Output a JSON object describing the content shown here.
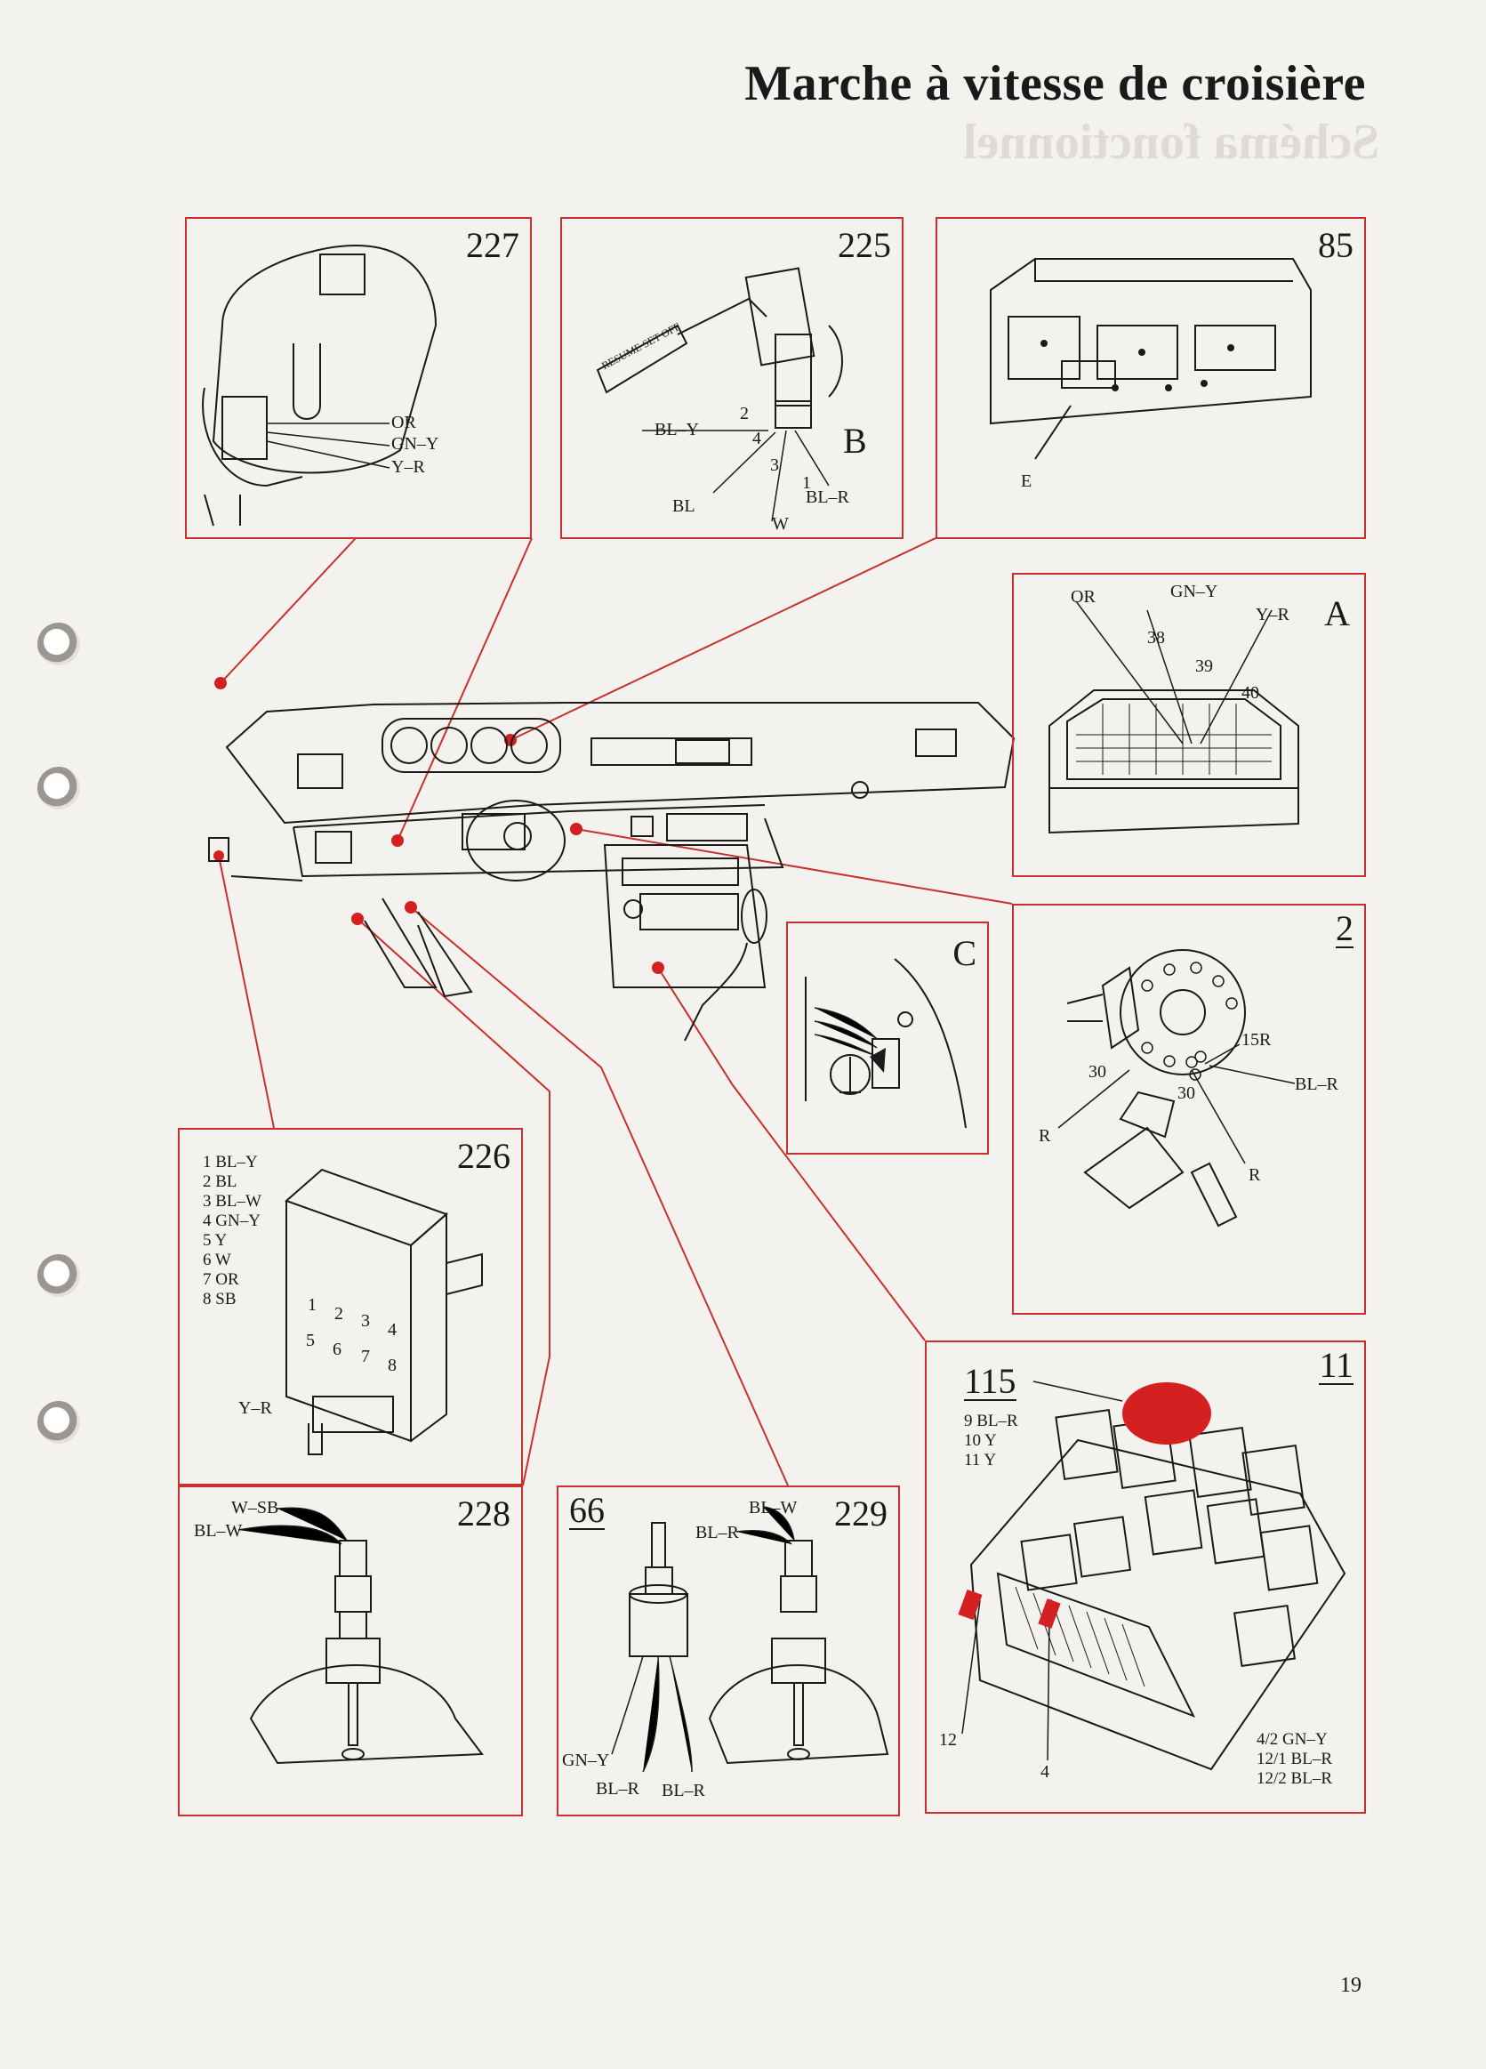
{
  "page": {
    "title": "Marche à vitesse de croisière",
    "page_number": "19"
  },
  "panels": {
    "p227": {
      "number": "227",
      "wires": [
        "OR",
        "GN–Y",
        "Y–R"
      ]
    },
    "p225": {
      "number": "225",
      "connector": "B",
      "switch_text": "RESUME SET OFF",
      "pins": [
        "2",
        "4",
        "3",
        "1"
      ],
      "wires": {
        "bly": "BL–Y",
        "bl": "BL",
        "w": "W",
        "blr": "BL–R"
      }
    },
    "p85": {
      "number": "85",
      "connector": "E"
    },
    "pA": {
      "letter": "A",
      "wires": {
        "or": "OR",
        "gny": "GN–Y",
        "yr": "Y–R"
      },
      "pins": [
        "38",
        "39",
        "40"
      ]
    },
    "p2": {
      "number": "2",
      "labels": [
        "15R",
        "BL–R",
        "30",
        "30",
        "R",
        "R"
      ]
    },
    "pC": {
      "letter": "C"
    },
    "p226": {
      "number": "226",
      "pinout": [
        "1 BL–Y",
        "2 BL",
        "3 BL–W",
        "4 GN–Y",
        "5 Y",
        "6 W",
        "7 OR",
        "8 SB"
      ],
      "module_pins": [
        "1",
        "2",
        "3",
        "4",
        "5",
        "6",
        "7",
        "8"
      ],
      "wire": "Y–R"
    },
    "p11": {
      "number": "11",
      "relay": "115",
      "relay_pins": [
        "9  BL–R",
        "10  Y",
        "11  Y"
      ],
      "fuse_left": "12",
      "fuse_right": "4",
      "fuse_wires": [
        "4/2  GN–Y",
        "12/1  BL–R",
        "12/2  BL–R"
      ]
    },
    "p228": {
      "number": "228",
      "wires": [
        "W–SB",
        "BL–W"
      ]
    },
    "p66_229": {
      "number_left": "66",
      "number_right": "229",
      "wires_right": [
        "BL–W",
        "BL–R"
      ],
      "wires_left": [
        "GN–Y",
        "BL–R",
        "BL–R"
      ]
    }
  },
  "colors": {
    "frame": "#c8302e",
    "marker": "#d42020",
    "ink": "#1a1a1a",
    "paper": "#f4f2ee"
  }
}
